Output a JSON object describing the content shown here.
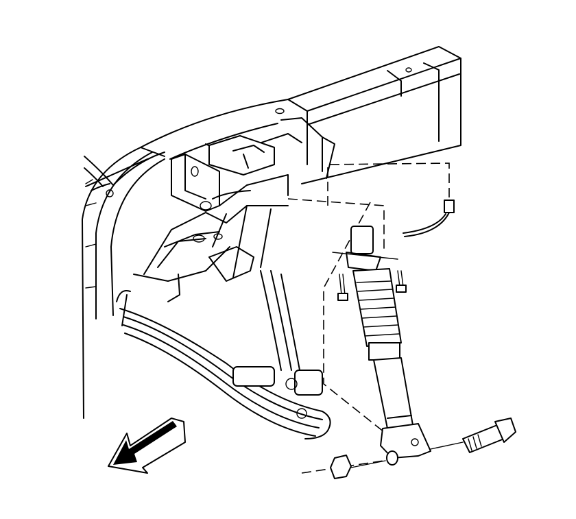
{
  "diagram": {
    "parts": [
      "frame-rail",
      "wheel-well",
      "shock-mount-bracket",
      "leaf-spring",
      "brake-line",
      "shock-absorber",
      "upper-mount-bolts",
      "lower-mount-bolt",
      "lower-mount-nut",
      "direction-arrow"
    ],
    "line_color": "#000000",
    "background_color": "#ffffff"
  }
}
